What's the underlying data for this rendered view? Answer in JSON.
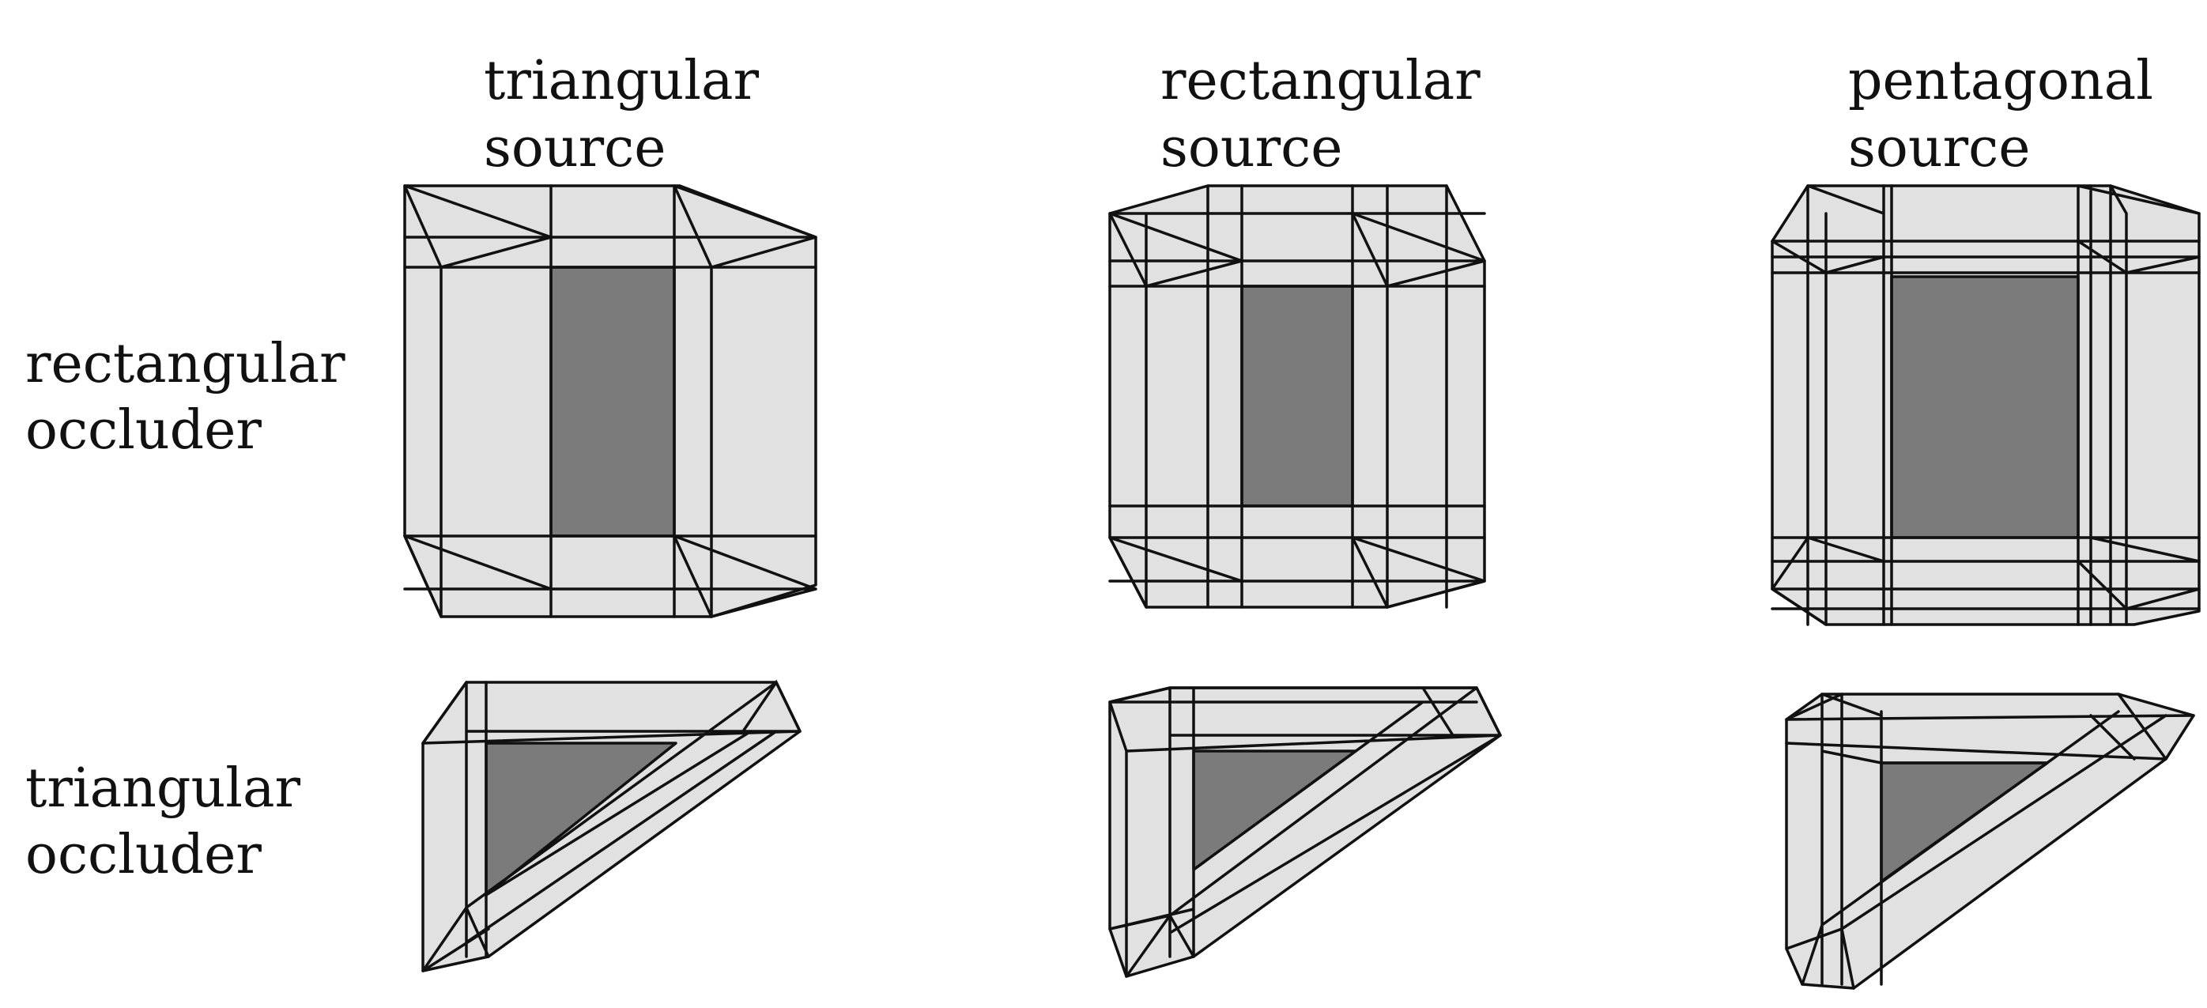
{
  "columns": [
    {
      "line1": "triangular",
      "line2": "source"
    },
    {
      "line1": "rectangular",
      "line2": "source"
    },
    {
      "line1": "pentagonal",
      "line2": "source"
    }
  ],
  "rows": [
    {
      "line1": "rectangular",
      "line2": "occluder"
    },
    {
      "line1": "triangular",
      "line2": "occluder"
    }
  ],
  "colors": {
    "penumbra": "#e1e1e1",
    "umbra": "#7b7b7b",
    "edges": "#111111"
  }
}
